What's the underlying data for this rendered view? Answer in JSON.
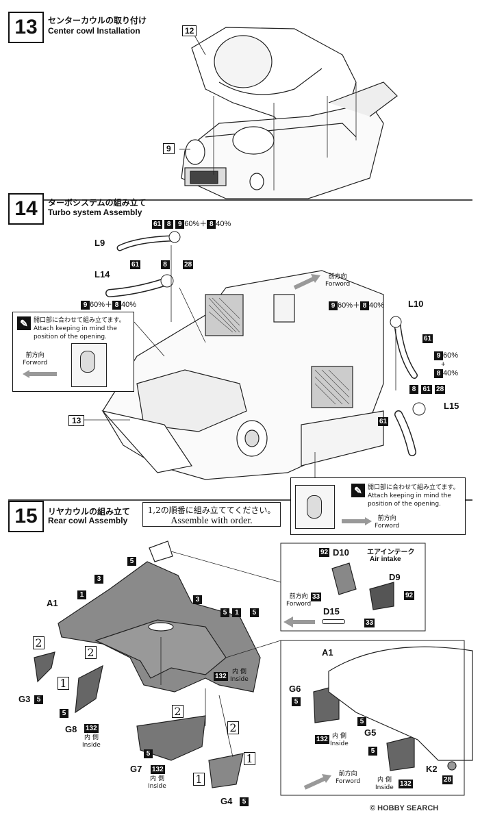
{
  "step13": {
    "num": "13",
    "jp": "センターカウルの取り付け",
    "en": "Center cowl Installation",
    "callout_12": "12",
    "callout_9": "9"
  },
  "step14": {
    "num": "14",
    "jp": "ターボシステムの組み立て",
    "en": "Turbo system Assembly",
    "l9": "L9",
    "l14": "L14",
    "l10": "L10",
    "l15": "L15",
    "mix_a": "60%＋",
    "mix_b": "40%",
    "p61": "61",
    "p8": "8",
    "p9": "9",
    "p28": "28",
    "forward_jp": "前方向",
    "forward_en": "Forword",
    "callout_13": "13",
    "note1_jp": "開口部に合わせて組み立てます。",
    "note1_en1": "Attach keeping in mind the",
    "note1_en2": "position of the opening.",
    "plus": "+"
  },
  "step15": {
    "num": "15",
    "jp": "リヤカウルの組み立て",
    "en": "Rear cowl Assembly",
    "order_jp": "1,2の順番に組み立ててください。",
    "order_en": "Assemble with order.",
    "a1": "A1",
    "g3": "G3",
    "g8": "G8",
    "g7": "G7",
    "g4": "G4",
    "g6": "G6",
    "g5": "G5",
    "k2": "K2",
    "d10": "D10",
    "d9": "D9",
    "d15": "D15",
    "p1": "1",
    "p3": "3",
    "p5": "5",
    "p132": "132",
    "p92": "92",
    "p33": "33",
    "p28": "28",
    "inside_jp": "内 側",
    "inside_en": "Inside",
    "air_jp": "エアインテーク",
    "air_en": "Air intake",
    "b1": "1",
    "b2": "2"
  },
  "watermark": {
    "text": "HOBBY SEARCH",
    "copyright": "©"
  }
}
